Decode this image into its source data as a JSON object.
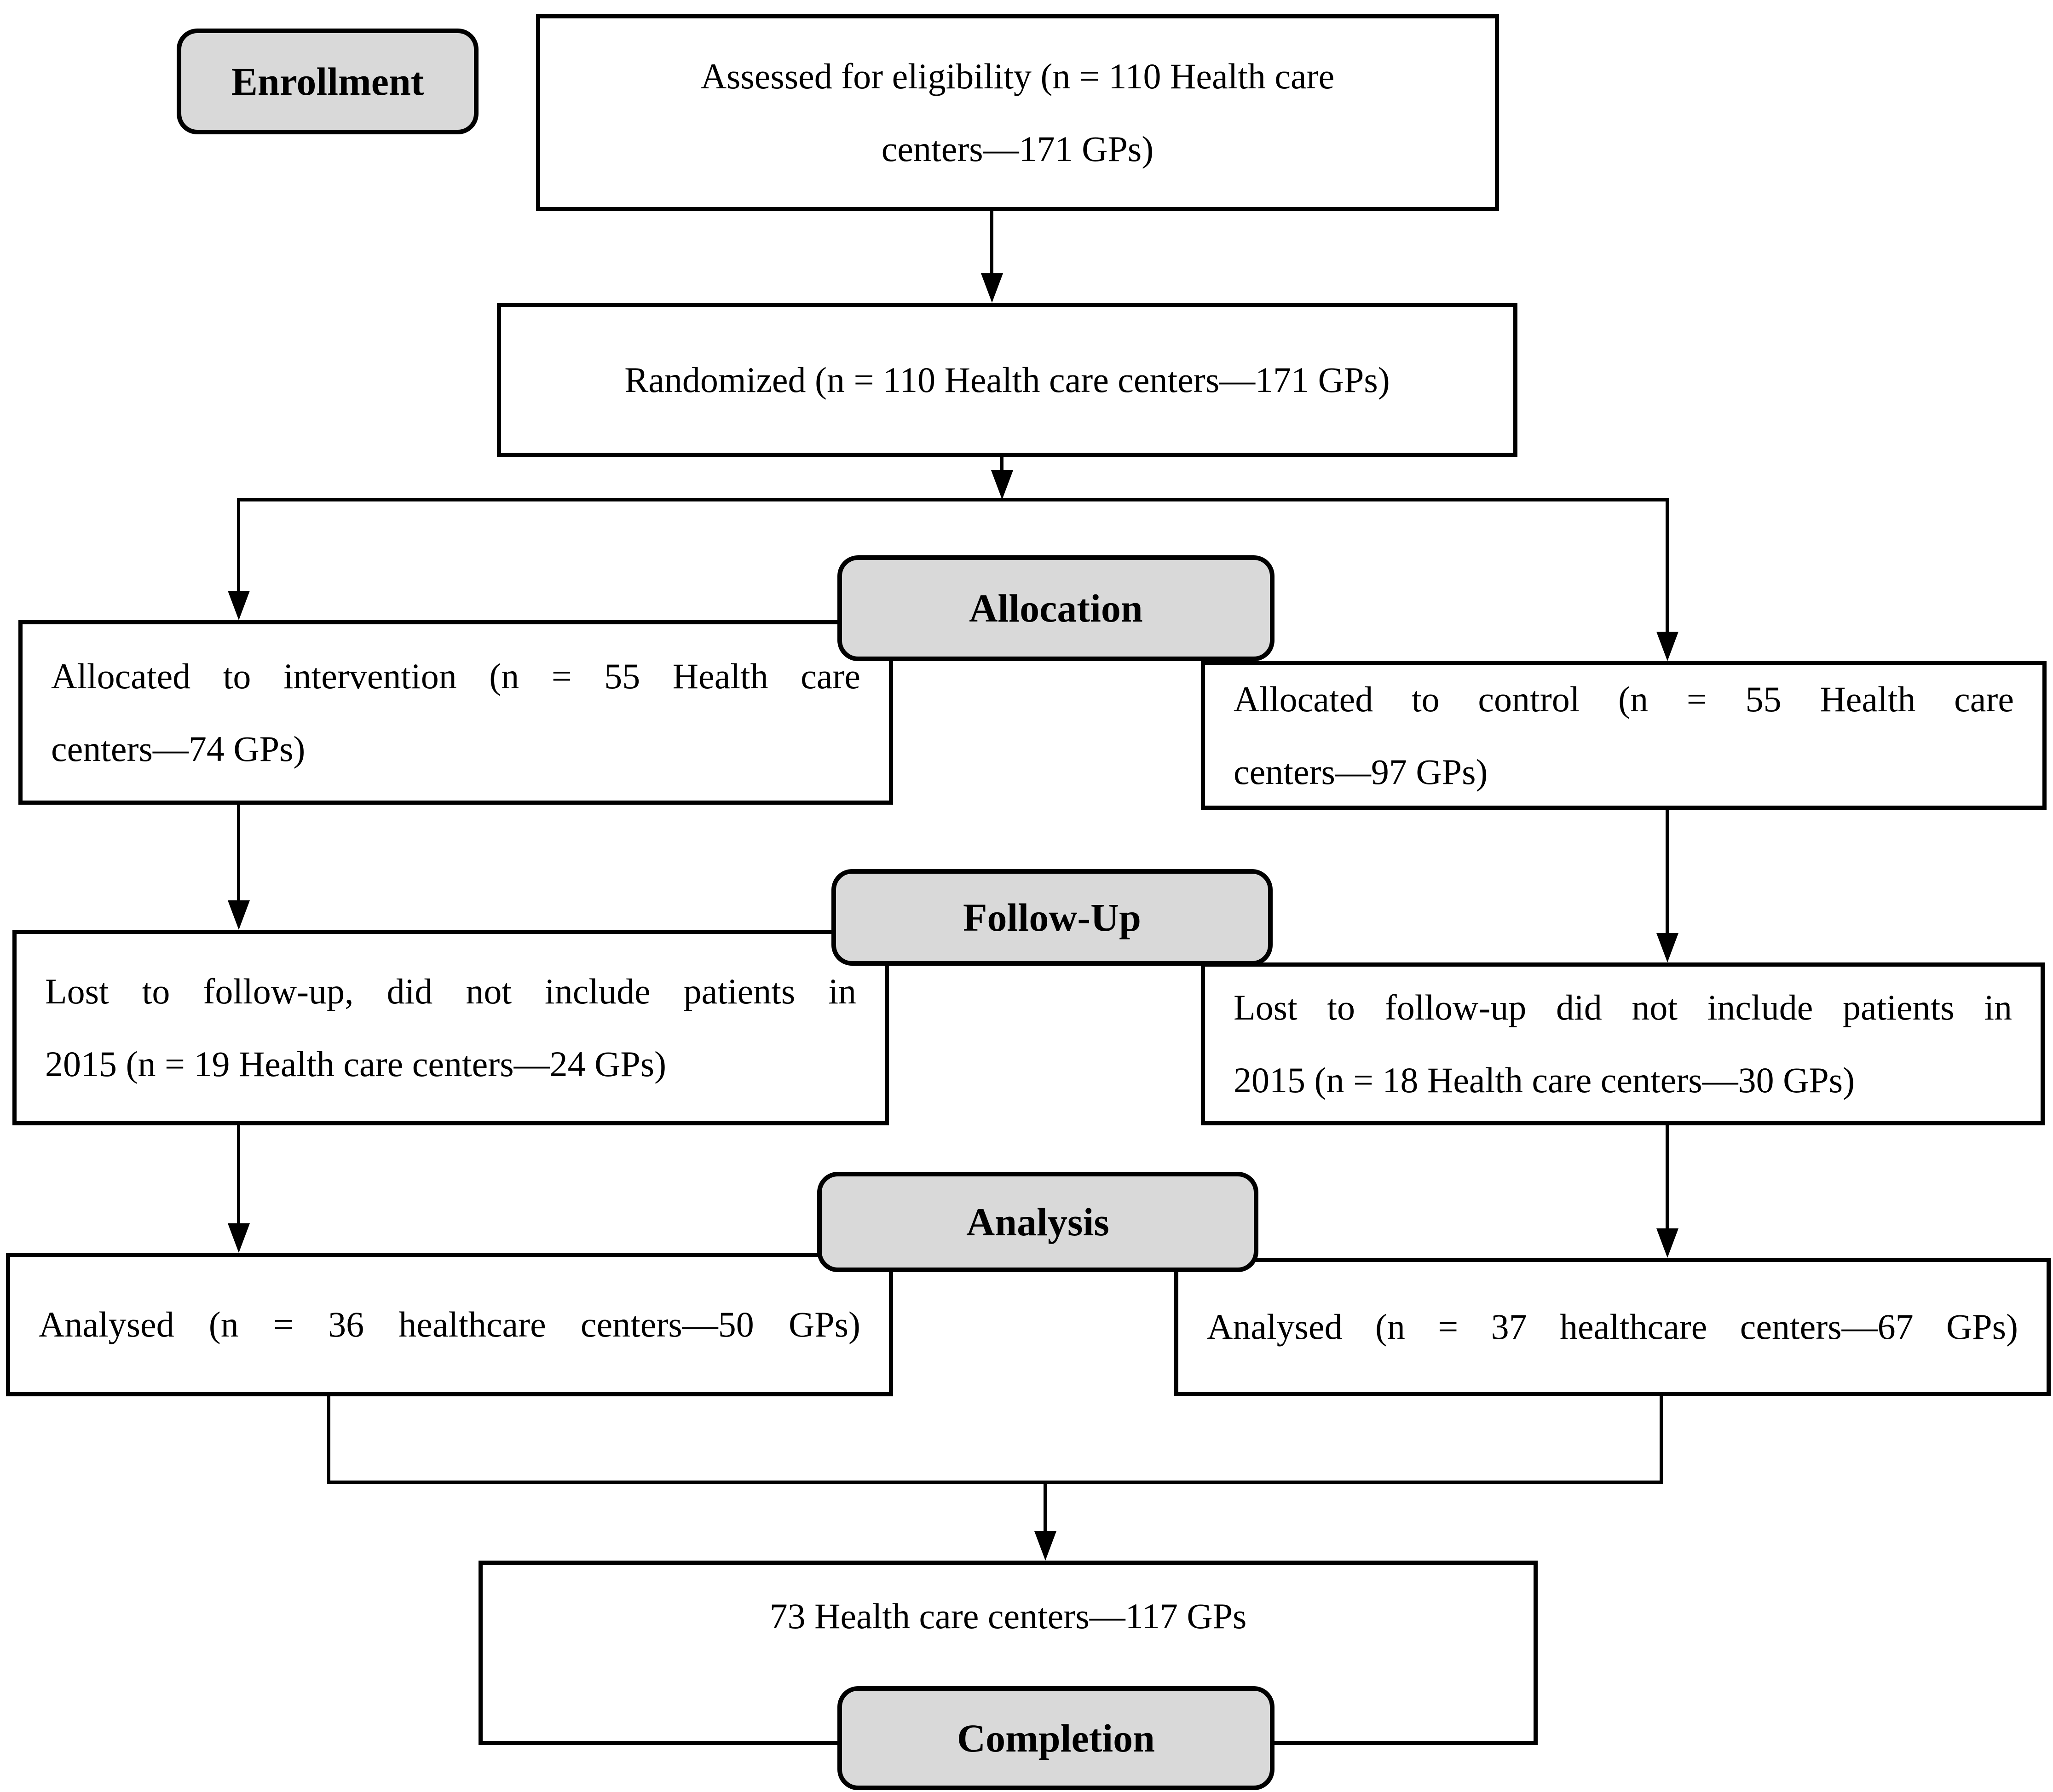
{
  "stages": {
    "enrollment": "Enrollment",
    "allocation": "Allocation",
    "followup": "Follow-Up",
    "analysis": "Analysis",
    "completion": "Completion"
  },
  "boxes": {
    "assessed": [
      "Assessed for eligibility (n = 110 Health care",
      "centers—171 GPs)"
    ],
    "randomized": [
      "Randomized (n = 110 Health care centers—171 GPs)"
    ],
    "allocated_intervention": [
      "Allocated to intervention (n = 55 Health care",
      "centers—74 GPs)"
    ],
    "allocated_control": [
      "Allocated to control (n = 55 Health care",
      "centers—97 GPs)"
    ],
    "lost_intervention": [
      "Lost to follow-up, did not include patients in",
      "2015 (n = 19 Health care centers—24 GPs)"
    ],
    "lost_control": [
      "Lost to follow-up did not include patients in",
      "2015 (n = 18 Health care centers—30 GPs)"
    ],
    "analysed_intervention": [
      "Analysed (n = 36 healthcare centers—50 GPs)"
    ],
    "analysed_control": [
      "Analysed (n = 37 healthcare centers—67 GPs)"
    ],
    "completion_total": [
      "73 Health care centers—117 GPs"
    ]
  },
  "colors": {
    "stage_fill": "#d9d9d9",
    "box_fill": "#ffffff",
    "stroke": "#000000"
  }
}
